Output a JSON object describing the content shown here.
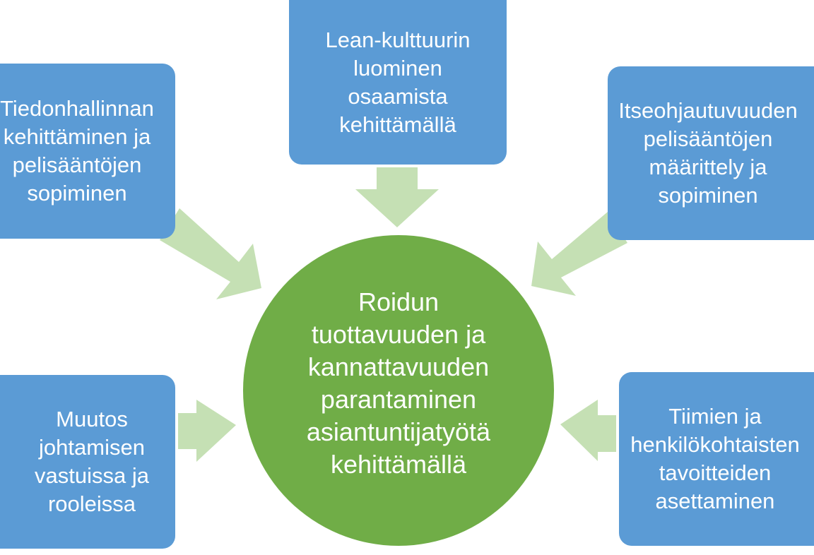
{
  "colors": {
    "box": "#5b9bd5",
    "center": "#70ad47",
    "arrow": "#c5e0b4",
    "text": "#ffffff"
  },
  "center": {
    "label": "Roidun\ntuottavuuden ja\nkannattavuuden\nparantaminen\nasiantuntijatyötä\nkehittämällä"
  },
  "boxes": {
    "top": "Lean-kulttuurin\nluominen\nosaamista\nkehittämällä",
    "left_top": "Tiedonhallinnan\nkehittäminen ja\npelisääntöjen\nsopiminen",
    "right_top": "Itseohjautuvuuden\npelisääntöjen\nmäärittely ja\nsopiminen",
    "left_bottom": "Muutos\njohtamisen\nvastuissa ja\nrooleissa",
    "right_bottom": "Tiimien ja\nhenkilökohtaisten\ntavoitteiden\nasettaminen"
  },
  "arrows": [
    {
      "from": "top",
      "to": "center"
    },
    {
      "from": "left_top",
      "to": "center"
    },
    {
      "from": "right_top",
      "to": "center"
    },
    {
      "from": "left_bottom",
      "to": "center"
    },
    {
      "from": "right_bottom",
      "to": "center"
    }
  ]
}
